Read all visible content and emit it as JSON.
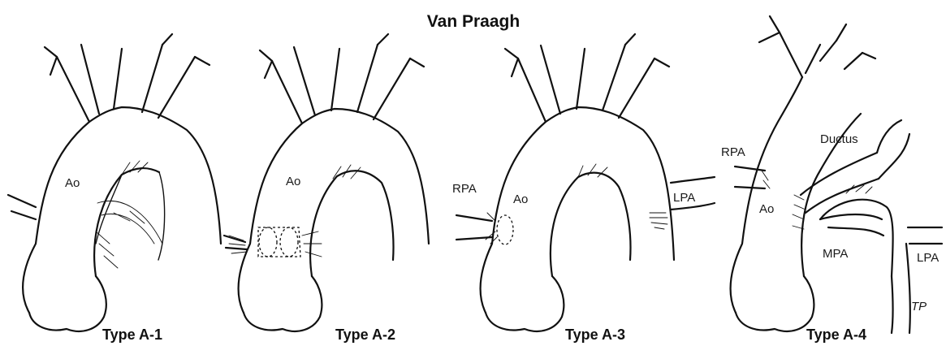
{
  "title": "Van Praagh",
  "panels": [
    {
      "caption": "Type  A-1",
      "labels": {
        "ao": "Ao"
      }
    },
    {
      "caption": "Type  A-2",
      "labels": {
        "ao": "Ao"
      }
    },
    {
      "caption": "Type  A-3",
      "labels": {
        "ao": "Ao",
        "rpa": "RPA",
        "lpa": "LPA"
      }
    },
    {
      "caption": "Type  A-4",
      "labels": {
        "ao": "Ao",
        "rpa": "RPA",
        "lpa": "LPA",
        "mpa": "MPA",
        "ductus": "Ductus"
      }
    }
  ],
  "signature": "TP"
}
